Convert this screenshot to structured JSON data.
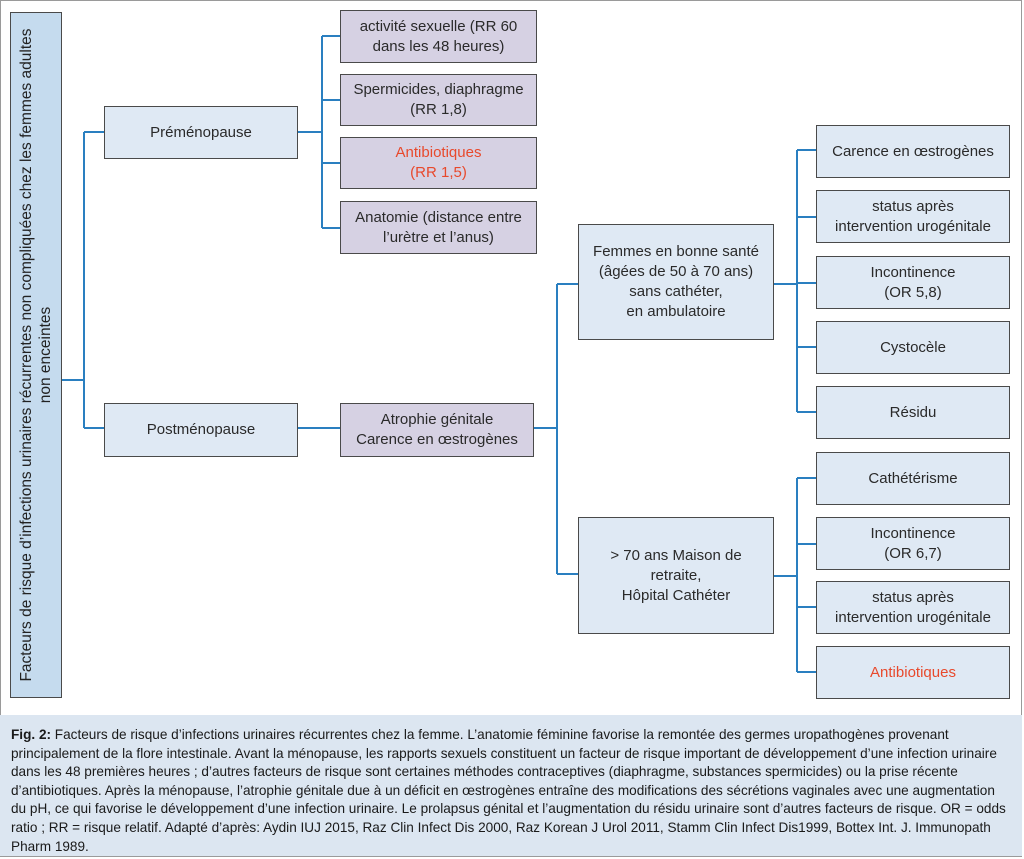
{
  "root": {
    "label": "Facteurs de risque d’infections urinaires récurrentes non compliquées chez les femmes adultes non enceintes"
  },
  "branches": {
    "premenopause": "Préménopause",
    "postmenopause": "Postménopause"
  },
  "premenopause_factors": [
    "activité sexuelle (RR 60\ndans les 48 heures)",
    "Spermicides, diaphragme\n(RR 1,8)",
    "Antibiotiques\n(RR 1,5)",
    "Anatomie (distance entre\nl’urètre et l’anus)"
  ],
  "atrophy": "Atrophie génitale\nCarence en œstrogènes",
  "groups": {
    "healthy": "Femmes en bonne santé\n(âgées de 50 à 70 ans)\nsans cathéter,\nen ambulatoire",
    "elderly": "> 70 ans Maison de\nretraite,\nHôpital Cathéter"
  },
  "healthy_factors": [
    "Carence en œstrogènes",
    "status après\nintervention urogénitale",
    "Incontinence\n(OR 5,8)",
    "Cystocèle",
    "Résidu"
  ],
  "elderly_factors": [
    "Cathétérisme",
    "Incontinence\n(OR 6,7)",
    "status après\nintervention urogénitale",
    "Antibiotiques"
  ],
  "caption": {
    "label": "Fig. 2:",
    "text": " Facteurs de risque d’infections urinaires récurrentes chez la femme. L’anatomie féminine favorise la remontée des germes uropathogènes provenant principalement de la flore intestinale. Avant la ménopause, les rapports sexuels constituent un facteur de risque important de développement d’une infection urinaire dans les 48 premières heures ; d’autres facteurs de risque sont certaines méthodes contraceptives (diaphragme, substances spermicides) ou la prise récente d’antibiotiques. Après la ménopause, l’atrophie génitale due à un déficit en œstrogènes entraîne des modifications des sécrétions vaginales avec une augmentation du pH, ce qui favorise le développement d’une infection urinaire. Le prolapsus génital et l’augmentation du résidu urinaire sont d’autres facteurs de risque. OR = odds ratio ; RR = risque relatif. Adapté d’après: Aydin IUJ 2015, Raz Clin Infect Dis 2000, Raz Korean J Urol 2011, Stamm Clin Infect Dis1999, Bottex Int. J. Immunopath Pharm 1989."
  },
  "colors": {
    "connector": "#2a7fc0",
    "highlight_text": "#e8492c",
    "root_fill": "#c5dbee",
    "light_fill": "#dfe9f4",
    "purple_fill": "#d6d1e3",
    "caption_fill": "#dce6f1"
  }
}
